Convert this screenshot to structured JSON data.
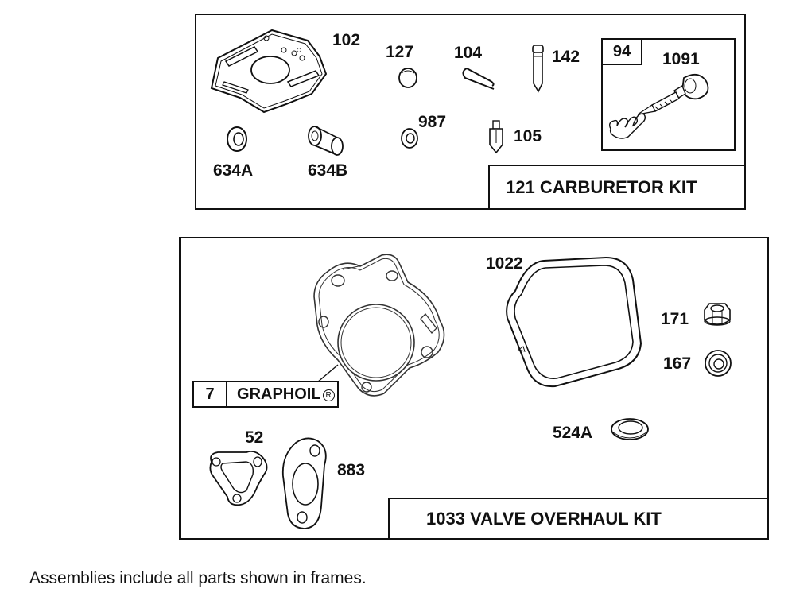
{
  "frames": {
    "carburetor": {
      "title": "121 CARBURETOR KIT",
      "parts": {
        "p102": "102",
        "p127": "127",
        "p104": "104",
        "p142": "142",
        "p94": "94",
        "p1091": "1091",
        "p634a": "634A",
        "p634b": "634B",
        "p987": "987",
        "p105": "105"
      }
    },
    "valve": {
      "title": "1033 VALVE OVERHAUL KIT",
      "parts": {
        "p1022": "1022",
        "p171": "171",
        "p167": "167",
        "p524a": "524A",
        "p52": "52",
        "p883": "883",
        "p7": "7",
        "graphoil": "GRAPHOIL",
        "registered": "R"
      }
    }
  },
  "footer": "Assemblies include all parts shown in frames.",
  "icons": [
    "carb-mount-gasket-icon",
    "cap-icon",
    "pin-icon",
    "needle-icon",
    "mixture-screw-icon",
    "bushing-icon",
    "sleeve-bushing-icon",
    "washer-icon",
    "jet-icon",
    "head-gasket-icon",
    "valve-cover-gasket-icon",
    "nut-icon",
    "seal-icon",
    "exhaust-gasket-icon"
  ]
}
